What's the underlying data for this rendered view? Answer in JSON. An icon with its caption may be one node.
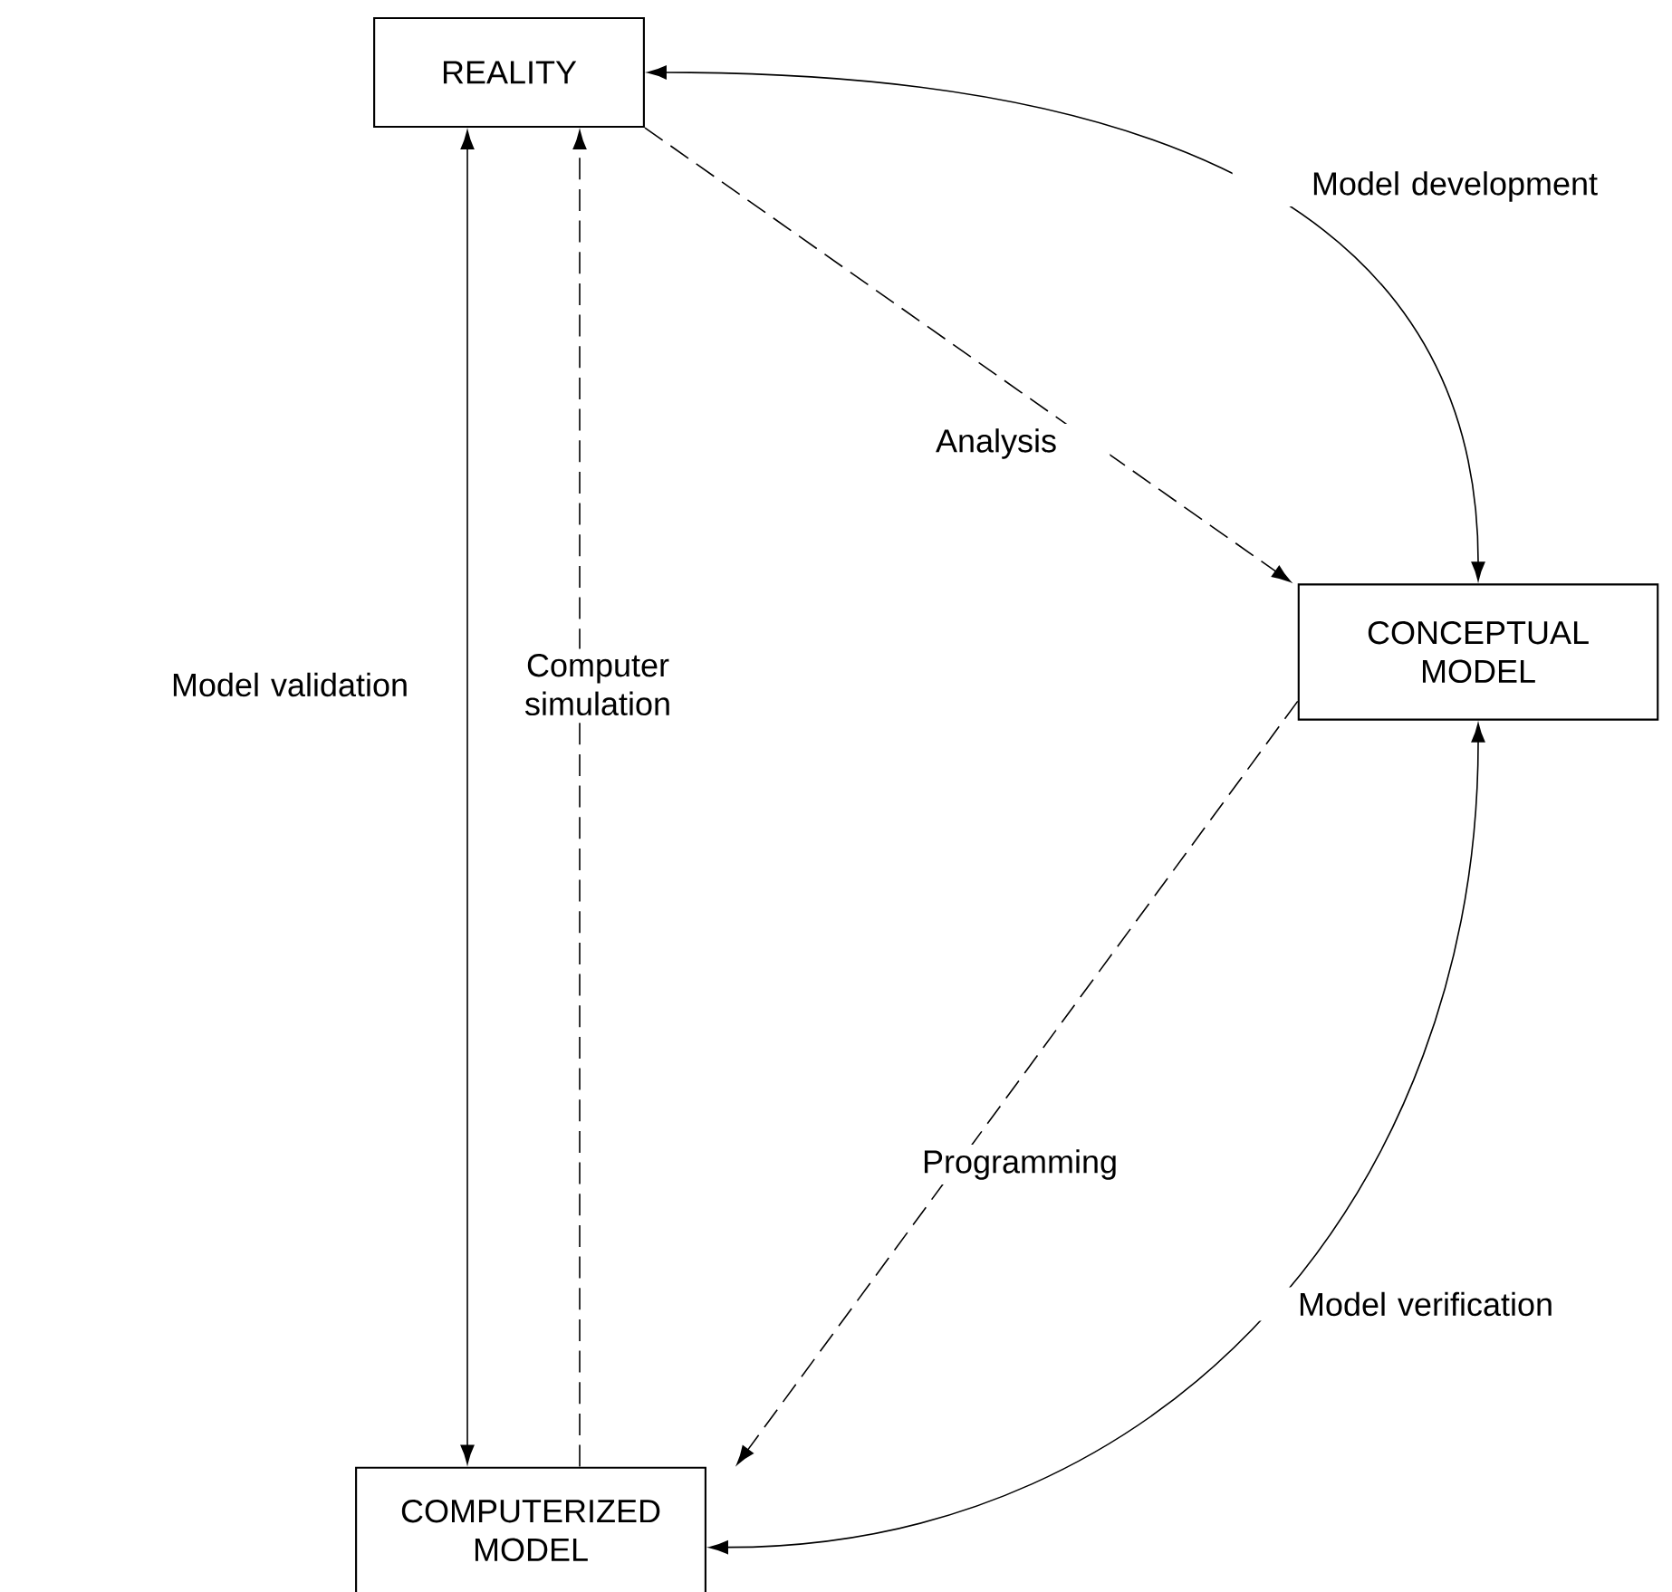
{
  "diagram": {
    "nodes": [
      {
        "text": [
          "REALITY"
        ]
      },
      {
        "text": [
          "CONCEPTUAL MODEL"
        ]
      },
      {
        "text": [
          "COMPUTERIZED MODEL"
        ]
      }
    ],
    "edges": [
      {
        "from": 0,
        "to": 1,
        "arrow": "both",
        "label": "Model development"
      },
      {
        "from": 0,
        "to": 1,
        "arrow": "to",
        "style": "dashed",
        "label": "Analysis"
      },
      {
        "from": 1,
        "to": 2,
        "arrow": "to",
        "style": "dashed",
        "label": "Programming"
      },
      {
        "from": 1,
        "to": 2,
        "arrow": "both",
        "label": "Model verification"
      },
      {
        "from": 2,
        "to": 0,
        "arrow": "both",
        "label": "Model validation"
      },
      {
        "from": 2,
        "to": 0,
        "arrow": "to",
        "style": "dashed",
        "label": "Computer simulation"
      }
    ]
  }
}
